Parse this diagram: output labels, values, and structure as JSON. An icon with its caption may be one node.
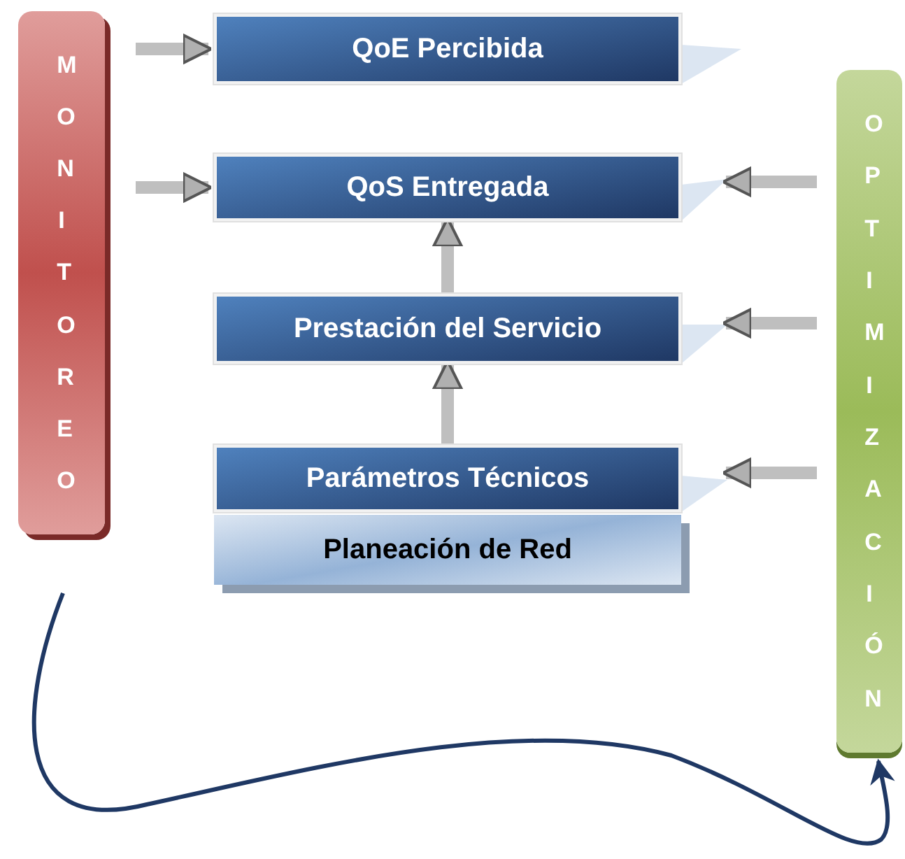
{
  "diagram": {
    "nodes": [
      {
        "text": [
          "MONITOREO"
        ]
      },
      {
        "text": [
          "QoE Percibida"
        ]
      },
      {
        "text": [
          "QoS Entregada"
        ]
      },
      {
        "text": [
          "Prestación del Servicio"
        ]
      },
      {
        "text": [
          "Parámetros Técnicos"
        ]
      },
      {
        "text": [
          "Planeación de Red"
        ]
      },
      {
        "text": [
          "OPTIMIZACIÓN"
        ]
      }
    ],
    "edges": [
      {
        "from": 0,
        "to": 1,
        "arrow": "to"
      },
      {
        "from": 0,
        "to": 2,
        "arrow": "to"
      },
      {
        "from": 3,
        "to": 2,
        "arrow": "to"
      },
      {
        "from": 4,
        "to": 3,
        "arrow": "to"
      },
      {
        "from": 6,
        "to": 2,
        "arrow": "to"
      },
      {
        "from": 6,
        "to": 3,
        "arrow": "to"
      },
      {
        "from": 6,
        "to": 4,
        "arrow": "to"
      },
      {
        "from": 0,
        "to": 6,
        "arrow": "to",
        "color": "#1f3864"
      }
    ]
  }
}
